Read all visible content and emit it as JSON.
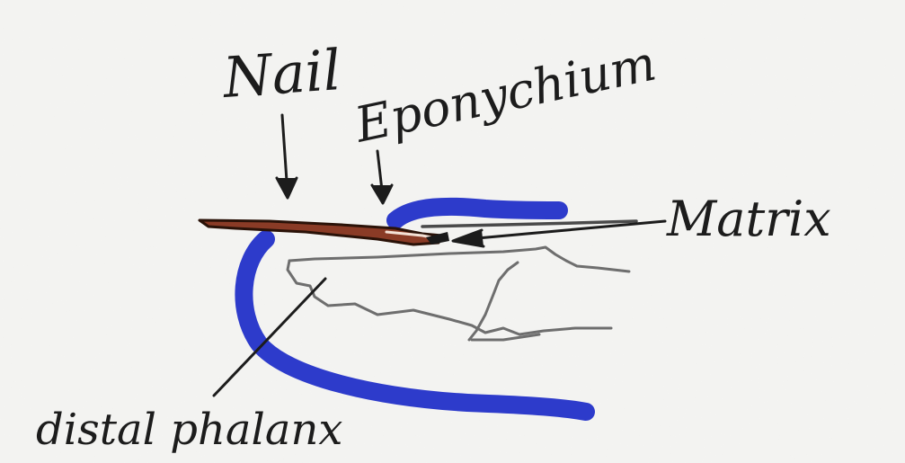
{
  "diagram": {
    "labels": {
      "nail": "Nail",
      "eponychium": "Eponychium",
      "matrix": "Matrix",
      "distal_phalanx": "distal phalanx"
    },
    "colors": {
      "paper": "#f4f4f2",
      "ink": "#1c1c1c",
      "soft_tissue": "#2230c8",
      "nail_plate": "#8a3b26",
      "bone_line": "#6e6e6e"
    }
  }
}
